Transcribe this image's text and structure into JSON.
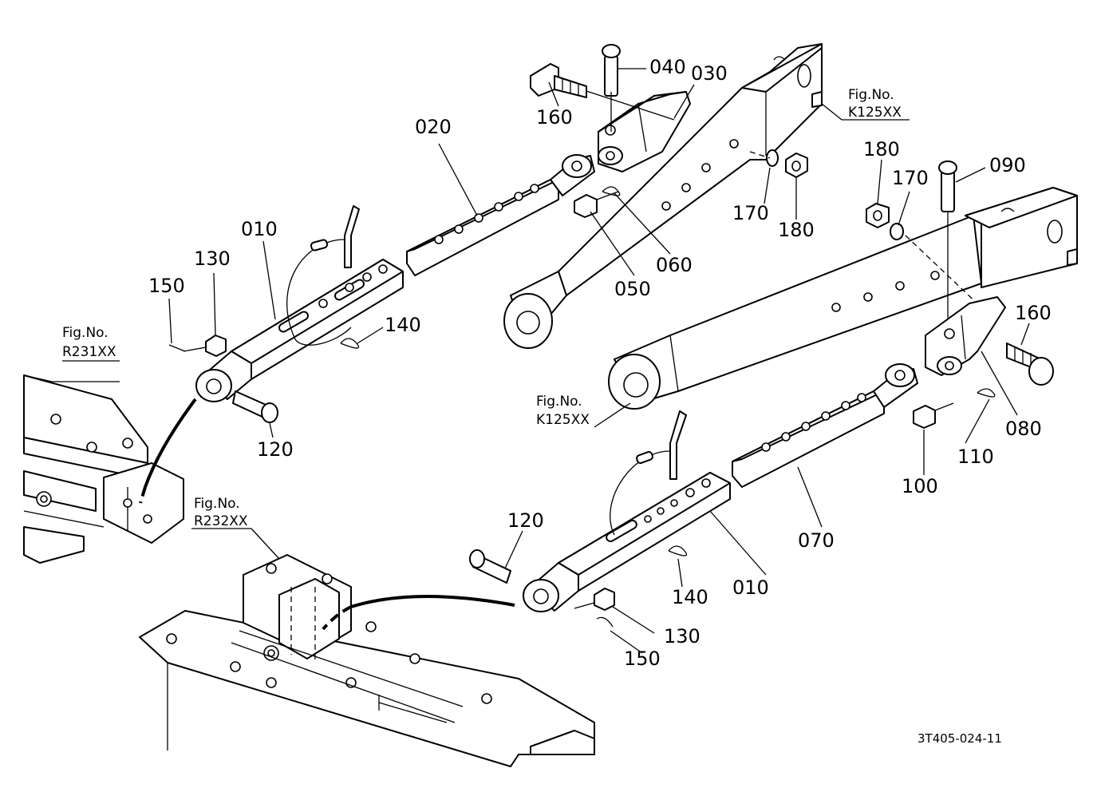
{
  "part_labels": {
    "p010_top": "010",
    "p010_bottom": "010",
    "p020": "020",
    "p030": "030",
    "p040": "040",
    "p050": "050",
    "p060": "060",
    "p070": "070",
    "p080": "080",
    "p090": "090",
    "p100": "100",
    "p110": "110",
    "p120_top": "120",
    "p120_bottom": "120",
    "p130_top": "130",
    "p130_bottom": "130",
    "p140_top": "140",
    "p140_bottom": "140",
    "p150_top": "150",
    "p150_bottom": "150",
    "p160_top": "160",
    "p160_right": "160",
    "p170_top": "170",
    "p170_right": "170",
    "p180_top": "180",
    "p180_right": "180"
  },
  "figure_refs": {
    "k125_top": {
      "title": "Fig.No.",
      "code": "K125XX"
    },
    "k125_mid": {
      "title": "Fig.No.",
      "code": "K125XX"
    },
    "r231": {
      "title": "Fig.No.",
      "code": "R231XX"
    },
    "r232": {
      "title": "Fig.No.",
      "code": "R232XX"
    }
  },
  "drawing_code": "3T405-024-11"
}
